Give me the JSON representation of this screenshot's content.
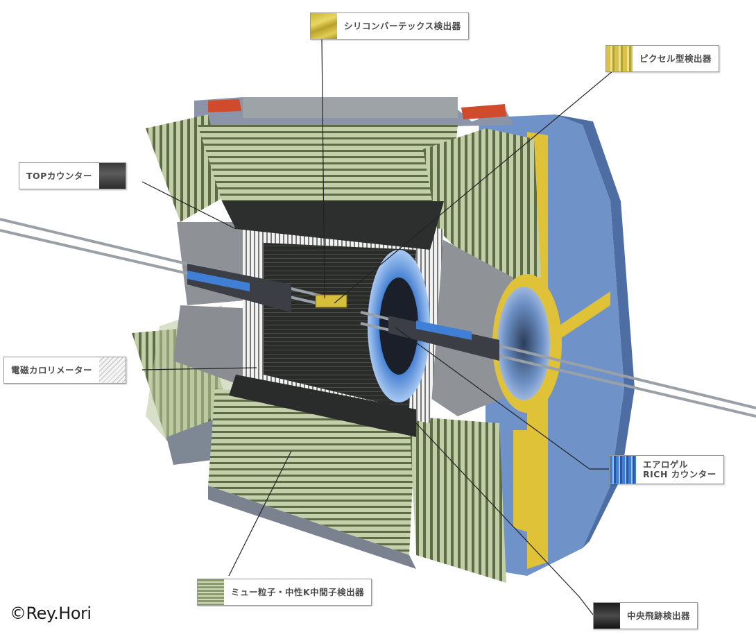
{
  "labels": {
    "silicon_vertex": "シリコンバーテックス検出器",
    "pixel": "ピクセル型検出器",
    "top_counter": "TOPカウンター",
    "ecal": "電磁カロリメーター",
    "rich_line1": "エアロゲル",
    "rich_line2": "RICH カウンター",
    "klm": "ミュー粒子・中性K中間子検出器",
    "cdc": "中央飛跡検出器"
  },
  "credit": "©Rey.Hori",
  "colors": {
    "barrel_green": "#b9c79c",
    "endcap_blue": "#6f93c9",
    "gold_ring": "#e0c238",
    "red_accent": "#d04a2c",
    "leader_line": "#222222"
  }
}
